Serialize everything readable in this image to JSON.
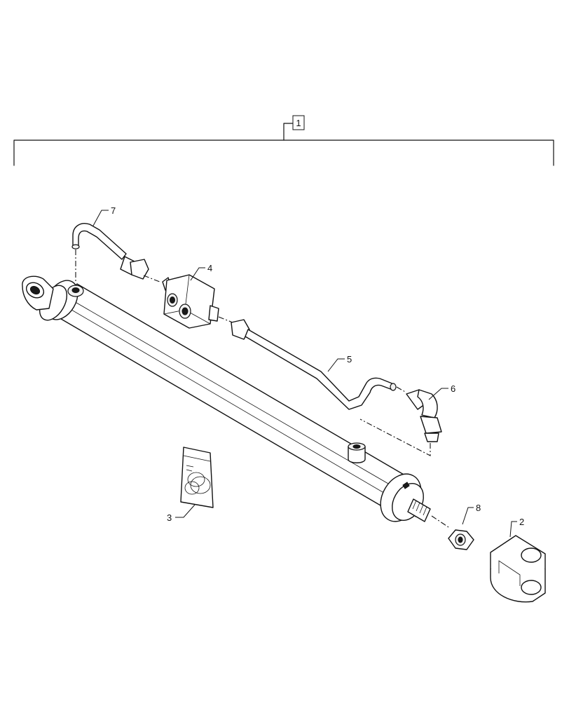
{
  "assembly": {
    "callout": "1"
  },
  "parts": [
    {
      "callout": "2"
    },
    {
      "callout": "3"
    },
    {
      "callout": "4"
    },
    {
      "callout": "5"
    },
    {
      "callout": "6"
    },
    {
      "callout": "7"
    },
    {
      "callout": "8"
    }
  ]
}
